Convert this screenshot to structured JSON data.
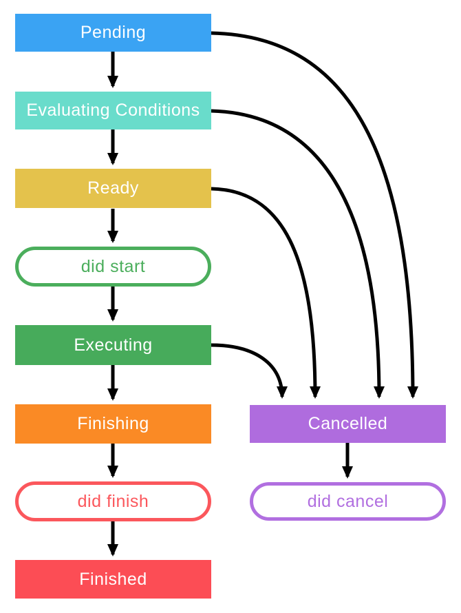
{
  "diagram": {
    "background": "#ffffff",
    "arrow_color": "#000000"
  },
  "nodes": {
    "pending": {
      "label": "Pending",
      "type": "state",
      "fill": "#3AA3F3",
      "text_color": "#ffffff"
    },
    "evaluating_conditions": {
      "label": "Evaluating Conditions",
      "type": "state",
      "fill": "#69DCCB",
      "text_color": "#ffffff"
    },
    "ready": {
      "label": "Ready",
      "type": "state",
      "fill": "#E4C24C",
      "text_color": "#ffffff"
    },
    "did_start": {
      "label": "did start",
      "type": "event",
      "border_color": "#4BAE5C",
      "text_color": "#4BAE5C"
    },
    "executing": {
      "label": "Executing",
      "type": "state",
      "fill": "#47AB5B",
      "text_color": "#ffffff"
    },
    "finishing": {
      "label": "Finishing",
      "type": "state",
      "fill": "#FA8A25",
      "text_color": "#ffffff"
    },
    "did_finish": {
      "label": "did finish",
      "type": "event",
      "border_color": "#FB575C",
      "text_color": "#FB575C"
    },
    "finished": {
      "label": "Finished",
      "type": "state",
      "fill": "#FC4D55",
      "text_color": "#ffffff"
    },
    "cancelled": {
      "label": "Cancelled",
      "type": "state",
      "fill": "#AF6CDE",
      "text_color": "#ffffff"
    },
    "did_cancel": {
      "label": "did cancel",
      "type": "event",
      "border_color": "#B16FE0",
      "text_color": "#B16FE0"
    }
  },
  "edges": [
    {
      "from": "pending",
      "to": "evaluating_conditions"
    },
    {
      "from": "evaluating_conditions",
      "to": "ready"
    },
    {
      "from": "ready",
      "to": "did_start"
    },
    {
      "from": "did_start",
      "to": "executing"
    },
    {
      "from": "executing",
      "to": "finishing"
    },
    {
      "from": "finishing",
      "to": "did_finish"
    },
    {
      "from": "did_finish",
      "to": "finished"
    },
    {
      "from": "pending",
      "to": "cancelled"
    },
    {
      "from": "evaluating_conditions",
      "to": "cancelled"
    },
    {
      "from": "ready",
      "to": "cancelled"
    },
    {
      "from": "executing",
      "to": "cancelled"
    },
    {
      "from": "cancelled",
      "to": "did_cancel"
    }
  ]
}
